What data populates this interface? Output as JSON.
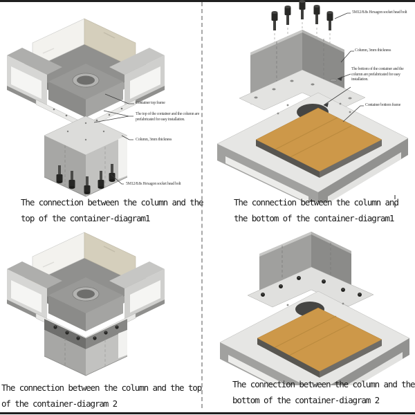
{
  "page": {
    "background": "#ffffff",
    "border_color": "#1f1f1f",
    "divider_color": "#a8a8a8"
  },
  "colors": {
    "metal_light": "#d6d6d4",
    "metal_mid": "#a6a6a4",
    "metal_dark": "#8b8b89",
    "panel_cream": "#d5cfbc",
    "panel_white": "#f3f2ee",
    "wood": "#cd9849",
    "bolt_dark": "#262624",
    "hole_dark": "#454543",
    "label_text": "#3a3a3a",
    "caption_text": "#161616"
  },
  "diagram_top_left": {
    "labels": {
      "top_frame": "Container top frame",
      "prefab": "The top of the container and the column are prefabricated for easy installation.",
      "column": "Column, 3mm thickness",
      "bolt": "5M12/8.8s Hexagon socket head bolt"
    },
    "caption": {
      "line1": "The connection between the column and the",
      "line2": "top of the container-diagram1"
    }
  },
  "diagram_top_right": {
    "labels": {
      "bolt": "5M12/8.8s Hexagon socket head bolt",
      "column": "Column, 3mm thickness",
      "prefab": "The bottom of the container and the column are prefabricated for easy installation.",
      "bottom_frame": "Container bottom frame"
    },
    "caption": {
      "line1": "The connection between the column and",
      "line2": "the bottom of the container-diagram1"
    }
  },
  "diagram_bottom_left": {
    "caption": {
      "line1": "The connection between the column and the top",
      "line2": "of the container-diagram 2"
    }
  },
  "diagram_bottom_right": {
    "caption": {
      "line1": "The connection between the column and the",
      "line2": "bottom of the container-diagram 2"
    }
  }
}
